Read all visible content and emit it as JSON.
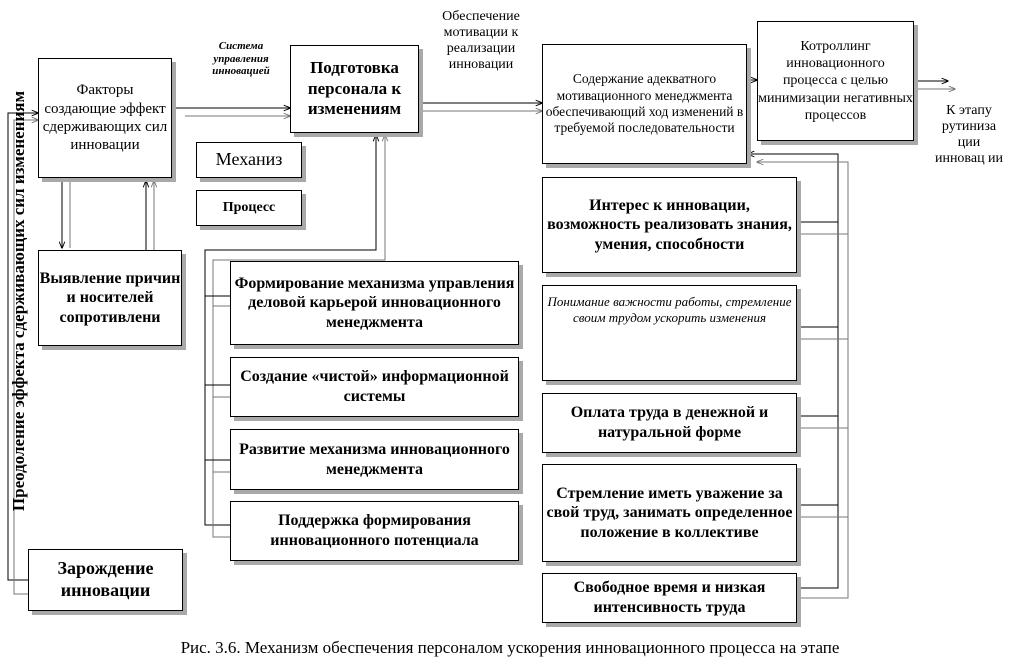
{
  "boxes": {
    "factors": "Факторы создающие эффект сдерживающих сил инновации",
    "identify": "Выявление причин и носителей сопротивлени",
    "origin": "Зарождение инновации",
    "mechanism": "Механиз",
    "process": "Процесс",
    "training": "Подготовка персонала к изменениям",
    "content": "Содержание адекватного мотивационного менеджмента обеспечивающий ход изменений в требуемой последовательности",
    "control": "Котроллинг инновационного процесса с целью минимизации негативных процессов",
    "career": "Формирование механизма управления деловой карьерой инновационного менеджмента",
    "info": "Создание «чистой» информационной системы",
    "develop": "Развитие механизма инновационного менеджмента",
    "potential": "Поддержка формирования инновационного потенциала",
    "interest": "Интерес к инновации, возможность реализовать знания, умения, способности",
    "understand": "Понимание важности работы, стремление своим трудом ускорить изменения",
    "pay": "Оплата труда в денежной и натуральной форме",
    "respect": "Стремление иметь уважение за свой труд, занимать определенное положение в коллективе",
    "freetime": "Свободное время и низкая интенсивность труда"
  },
  "labels": {
    "system": "Система управления инновацией",
    "motivation": "Обеспечение мотивации к реализации инновации",
    "next_stage": "К этапу рутиниза ции инновац ии",
    "vertical": "Преодоление эффекта сдерживающих сил изменениям"
  },
  "caption": "Рис. 3.6. Механизм обеспечения персоналом ускорения инновационного процесса на этапе"
}
